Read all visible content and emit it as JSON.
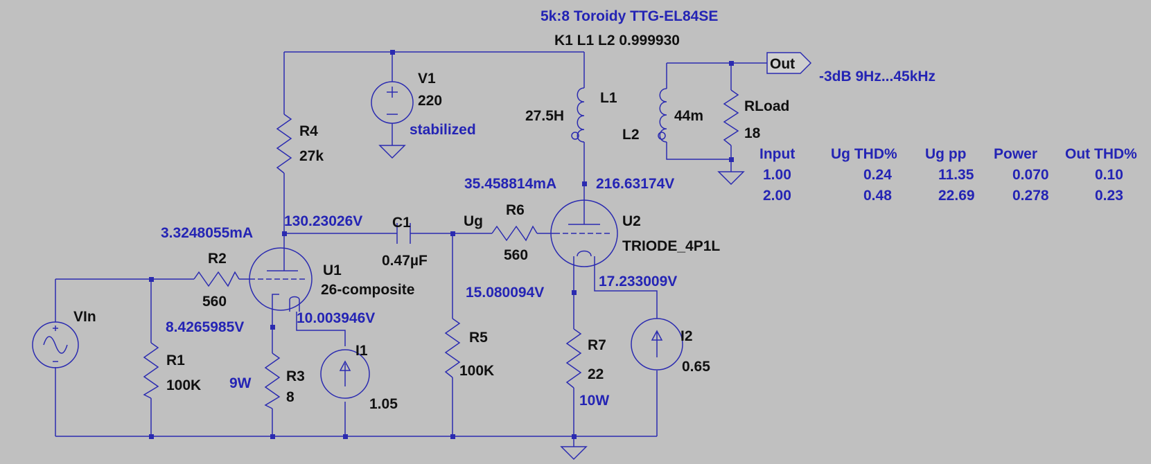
{
  "header": {
    "transformer_title": "5k:8 Toroidy TTG-EL84SE",
    "coupling": "K1 L1 L2 0.999930",
    "bandwidth": "-3dB  9Hz...45kHz"
  },
  "out_label": "Out",
  "components": {
    "v1": {
      "name": "V1",
      "value": "220",
      "note": "stabilized"
    },
    "r4": {
      "name": "R4",
      "value": "27k"
    },
    "l1": {
      "name": "L1",
      "value": "27.5H"
    },
    "l2": {
      "name": "L2",
      "value": "44m"
    },
    "rload": {
      "name": "RLoad",
      "value": "18"
    },
    "c1": {
      "name": "C1",
      "value": "0.47µF"
    },
    "r2": {
      "name": "R2",
      "value": "560"
    },
    "u1": {
      "name": "U1",
      "model": "26-composite"
    },
    "r6": {
      "name": "R6",
      "value": "560"
    },
    "u2": {
      "name": "U2",
      "model": "TRIODE_4P1L"
    },
    "vin": {
      "name": "VIn"
    },
    "r1": {
      "name": "R1",
      "value": "100K"
    },
    "r3": {
      "name": "R3",
      "value": "8",
      "power": "9W"
    },
    "i1": {
      "name": "I1",
      "value": "1.05"
    },
    "r5": {
      "name": "R5",
      "value": "100K"
    },
    "r7": {
      "name": "R7",
      "value": "22",
      "power": "10W"
    },
    "i2": {
      "name": "I2",
      "value": "0.65"
    }
  },
  "net_labels": {
    "ug": "Ug"
  },
  "annotations": {
    "u1_plate_current": "3.3248055mA",
    "u1_plate_voltage": "130.23026V",
    "u2_plate_current": "35.458814mA",
    "u2_plate_voltage": "216.63174V",
    "u1_cathode_voltage": "8.4265985V",
    "u1_filament_voltage": "10.003946V",
    "u2_cathode_voltage": "15.080094V",
    "u2_filament_voltage": "17.233009V"
  },
  "results_table": {
    "headers": [
      "Input",
      "Ug THD%",
      "Ug pp",
      "Power",
      "Out THD%"
    ],
    "rows": [
      [
        "1.00",
        "0.24",
        "11.35",
        "0.070",
        "0.10"
      ],
      [
        "2.00",
        "0.48",
        "22.69",
        "0.278",
        "0.23"
      ]
    ]
  },
  "colors": {
    "background": "#c0c0c0",
    "wire": "#2b2bb0",
    "annotation_text": "#2424b4",
    "label_text": "#101010"
  }
}
